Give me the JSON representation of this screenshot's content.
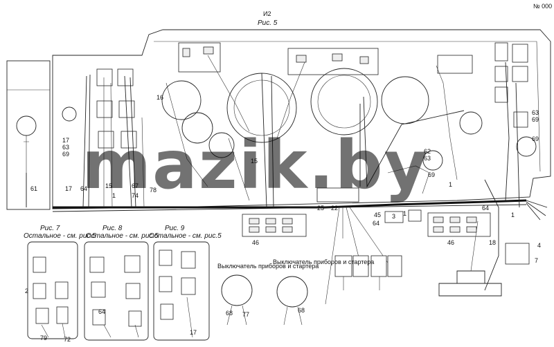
{
  "header": {
    "title": "И2",
    "subtitle": "Рис. 5",
    "corner": "№ 000"
  },
  "watermark": "mazik.by",
  "figures": [
    {
      "title": "Рис. 7",
      "subtitle": "Остальное - см. рис.5"
    },
    {
      "title": "Рис. 8",
      "subtitle": "Остальное - см. рис.5"
    },
    {
      "title": "Рис. 9",
      "subtitle": "Остальное - см. рис.5"
    }
  ],
  "callouts": {
    "c61": "61",
    "c17a": "17",
    "c64a": "64",
    "c15": "15",
    "c1a": "1",
    "c67": "67",
    "c74": "74",
    "c78": "78",
    "c17b": "17",
    "c63a": "63",
    "c69a": "69",
    "c16": "16",
    "c15b": "15",
    "c63b": "63",
    "c69b": "69",
    "c69c": "69",
    "c62": "62",
    "c63c": "63",
    "c69d": "69",
    "c1b": "1",
    "c25": "25",
    "c22": "22",
    "c45": "45",
    "c64b": "64",
    "c3": "3",
    "c1c": "1",
    "c64c": "64",
    "c46a": "46",
    "c46b": "46",
    "c1d": "1",
    "c18": "18",
    "c4": "4",
    "c7": "7",
    "c2": "2",
    "c79": "79",
    "c72": "72",
    "c64d": "64",
    "c17c": "17",
    "c68a": "68",
    "c77": "77",
    "c68b": "68"
  },
  "notes": {
    "switch_a": "Выключатель приборов и стартера",
    "switch_b": "Выключатель приборов и стартера"
  }
}
